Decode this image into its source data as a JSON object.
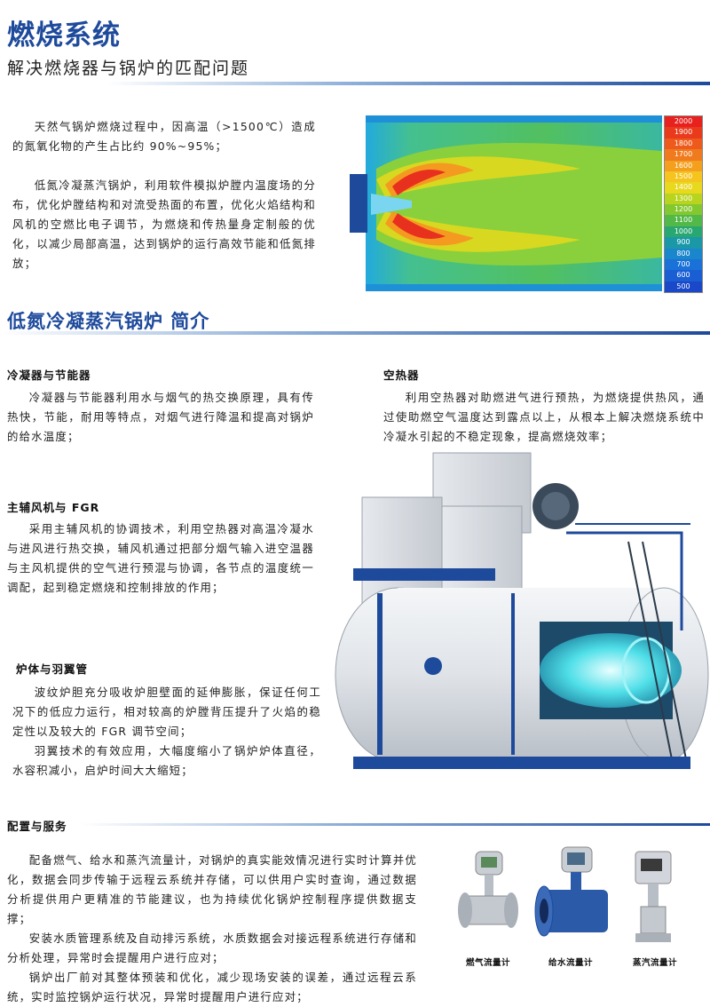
{
  "header": {
    "title": "燃烧系统",
    "subtitle": "解决燃烧器与锅炉的匹配问题"
  },
  "combustion": {
    "para1": "天然气锅炉燃烧过程中，因高温（>1500℃）造成的氮氧化物的产生占比约 90%~95%；",
    "para2": "低氮冷凝蒸汽锅炉，利用软件模拟炉膛内温度场的分布，优化炉膛结构和对流受热面的布置，优化火焰结构和风机的空燃比电子调节，为燃烧和传热量身定制般的优化，以减少局部高温，达到锅炉的运行高效节能和低氮排放；"
  },
  "temperature_scale": {
    "values": [
      "2000",
      "1900",
      "1800",
      "1700",
      "1600",
      "1500",
      "1400",
      "1300",
      "1200",
      "1100",
      "1000",
      "900",
      "800",
      "700",
      "600",
      "500"
    ],
    "colors": [
      "#e8201e",
      "#ea3a1c",
      "#ee5a1c",
      "#f07a1e",
      "#f4a01e",
      "#f6c41e",
      "#e8d81e",
      "#b8d41e",
      "#84c830",
      "#52b848",
      "#28a870",
      "#1a98a8",
      "#1a86cc",
      "#1a72d8",
      "#1a5ed4",
      "#1a48c8"
    ]
  },
  "intro": {
    "title": "低氮冷凝蒸汽锅炉 简介"
  },
  "condenser": {
    "title": "冷凝器与节能器",
    "text": "冷凝器与节能器利用水与烟气的热交换原理，具有传热快，节能，耐用等特点，对烟气进行降温和提高对锅炉的给水温度；"
  },
  "air_heater": {
    "title": "空热器",
    "text": "利用空热器对助燃进气进行预热，为燃烧提供热风，通过使助燃空气温度达到露点以上，从根本上解决燃烧系统中冷凝水引起的不稳定现象，提高燃烧效率；"
  },
  "fan": {
    "title": "主辅风机与 FGR",
    "text": "采用主辅风机的协调技术，利用空热器对高温冷凝水与进风进行热交换，辅风机通过把部分烟气输入进空温器与主风机提供的空气进行预混与协调，各节点的温度统一调配，起到稳定燃烧和控制排放的作用；"
  },
  "furnace": {
    "title": "炉体与羽翼管",
    "text1": "波纹炉胆充分吸收炉胆壁面的延伸膨胀，保证任何工况下的低应力运行，相对较高的炉膛背压提升了火焰的稳定性以及较大的 FGR 调节空间；",
    "text2": "羽翼技术的有效应用，大幅度缩小了锅炉炉体直径，水容积减小，启炉时间大大缩短；"
  },
  "service": {
    "title": "配置与服务",
    "text1": "配备燃气、给水和蒸汽流量计，对锅炉的真实能效情况进行实时计算并优化，数据会同步传输于远程云系统并存储，可以供用户实时查询，通过数据分析提供用户更精准的节能建议，也为持续优化锅炉控制程序提供数据支撑；",
    "text2": "安装水质管理系统及自动排污系统，水质数据会对接远程系统进行存储和分析处理，异常时会提醒用户进行应对；",
    "text3": "锅炉出厂前对其整体预装和优化，减少现场安装的误差，通过远程云系统，实时监控锅炉运行状况，异常时提醒用户进行应对；"
  },
  "meters": {
    "gas": "燃气流量计",
    "water": "给水流量计",
    "steam": "蒸汽流量计"
  }
}
